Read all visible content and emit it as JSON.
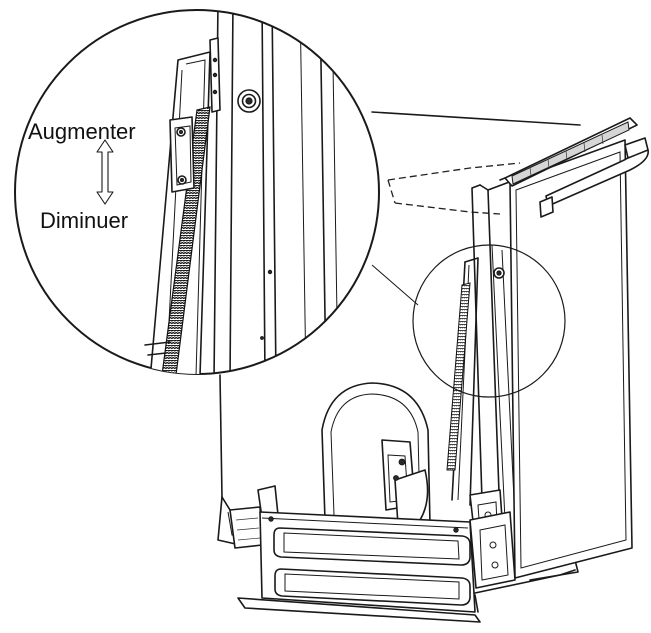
{
  "labels": {
    "increase": "Augmenter",
    "decrease": "Diminuer"
  },
  "colors": {
    "line": "#1a1a1a",
    "background": "#ffffff"
  },
  "icons": {
    "adjust_arrow": "double-headed-vertical-arrow"
  }
}
